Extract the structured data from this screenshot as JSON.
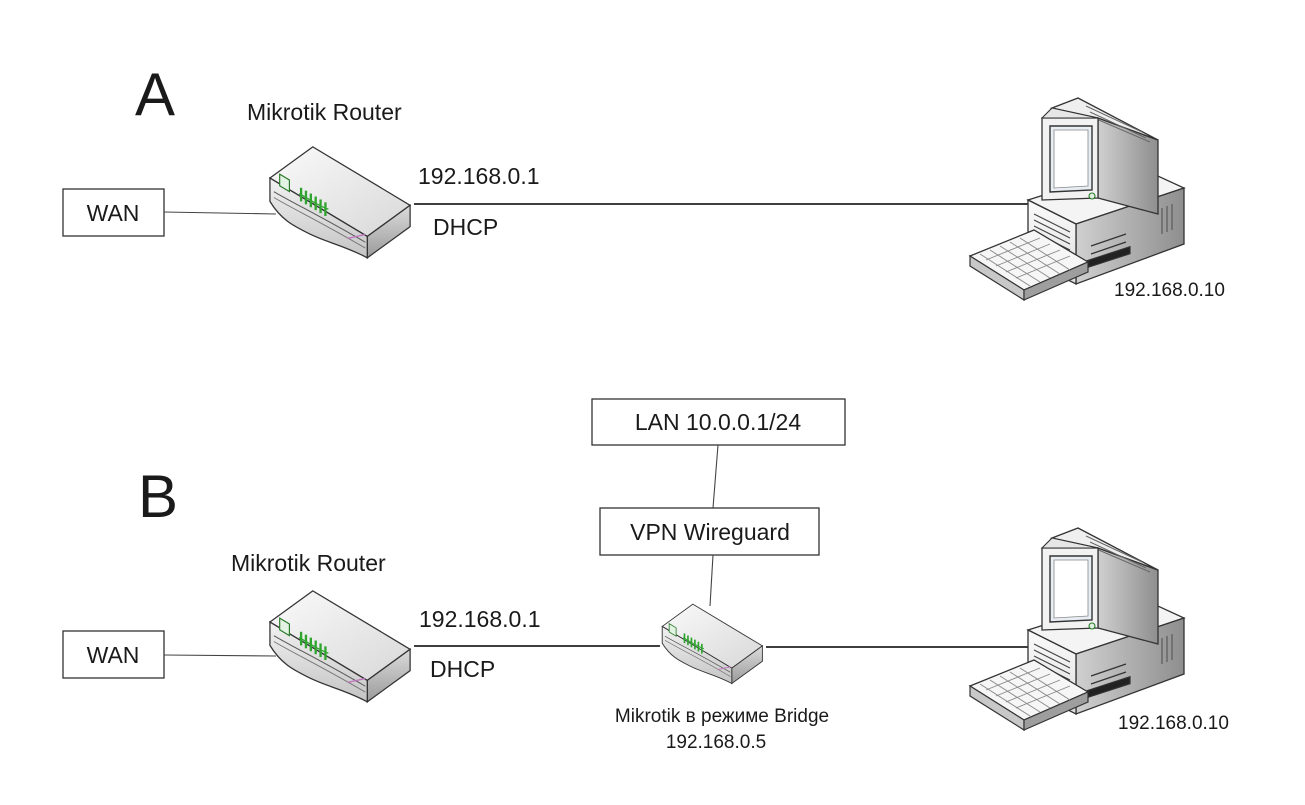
{
  "scenario_a": {
    "label": "A",
    "router_label": "Mikrotik Router",
    "wan_label": "WAN",
    "gateway_ip": "192.168.0.1",
    "dhcp_label": "DHCP",
    "pc_ip": "192.168.0.10"
  },
  "scenario_b": {
    "label": "B",
    "router_label": "Mikrotik Router",
    "wan_label": "WAN",
    "gateway_ip": "192.168.0.1",
    "dhcp_label": "DHCP",
    "lan_label": "LAN 10.0.0.1/24",
    "vpn_label": "VPN Wireguard",
    "bridge_label": "Mikrotik в режиме Bridge",
    "bridge_ip": "192.168.0.5",
    "pc_ip": "192.168.0.10"
  },
  "colors": {
    "router_led": "#2fa52f",
    "router_accent": "#c070c0",
    "screen": "#e8eef4"
  },
  "icons": {
    "router": "router-icon",
    "computer": "desktop-computer-icon",
    "keyboard": "keyboard-icon"
  }
}
